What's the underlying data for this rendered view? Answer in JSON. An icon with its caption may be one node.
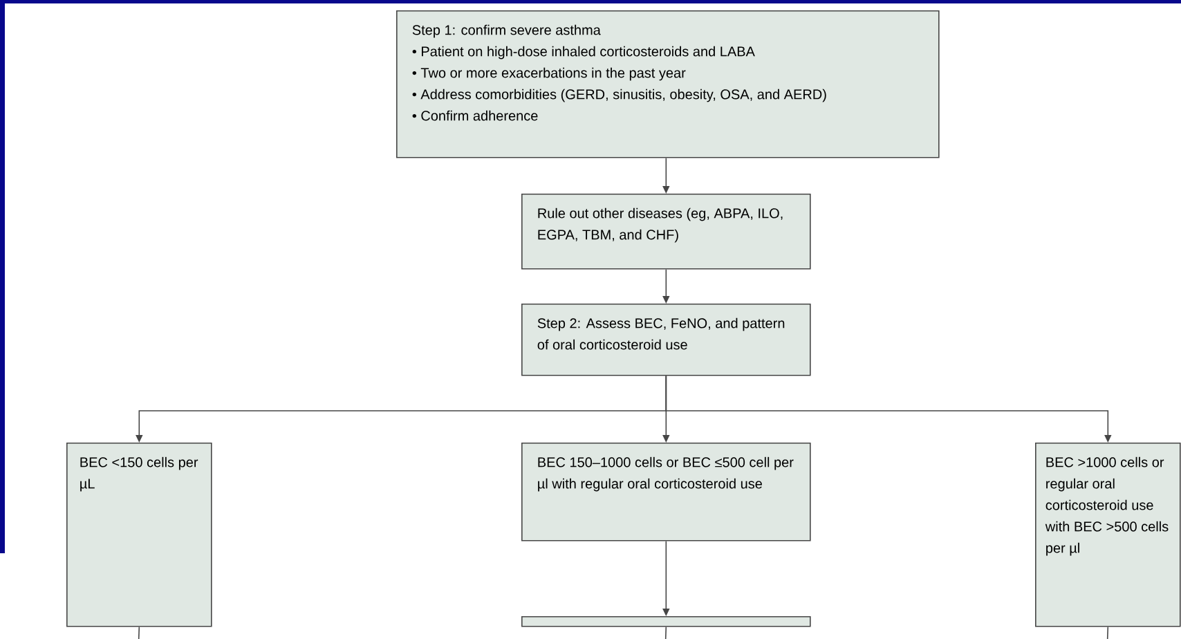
{
  "diagram": {
    "nodes": [
      {
        "text": [
          "Step 1: confirm severe asthma",
          "• Patient on high-dose inhaled corticosteroids and LABA",
          "• Two or more exacerbations in the past year",
          "• Address comorbidities (GERD, sinusitis, obesity, OSA, and AERD)",
          "• Confirm adherence"
        ]
      },
      {
        "text": [
          "Rule out other diseases (eg, ABPA, ILO, EGPA, TBM, and CHF)"
        ]
      },
      {
        "text": [
          "Step 2: Assess BEC, FeNO, and pattern of oral corticosteroid use"
        ]
      },
      {
        "text": [
          "BEC <150 cells per µL"
        ]
      },
      {
        "text": [
          "BEC 150–1000 cells or BEC ≤500 cell per µl with regular oral corticosteroid use"
        ]
      },
      {
        "text": [
          "BEC >1000 cells or regular oral corticosteroid use with BEC >500 cells per µl"
        ]
      },
      {
        "text": [],
        "shape": "box"
      }
    ],
    "edges": [
      {
        "from": 0,
        "to": 1,
        "arrow": "to"
      },
      {
        "from": 1,
        "to": 2,
        "arrow": "to"
      },
      {
        "from": 2,
        "to": 3,
        "arrow": "to"
      },
      {
        "from": 2,
        "to": 4,
        "arrow": "to"
      },
      {
        "from": 2,
        "to": 5,
        "arrow": "to"
      },
      {
        "from": 4,
        "to": 6,
        "arrow": "to"
      },
      {
        "from": 3,
        "to": null,
        "arrow": "none"
      },
      {
        "from": 6,
        "to": null,
        "arrow": "none"
      },
      {
        "from": 5,
        "to": null,
        "arrow": "none"
      }
    ]
  }
}
